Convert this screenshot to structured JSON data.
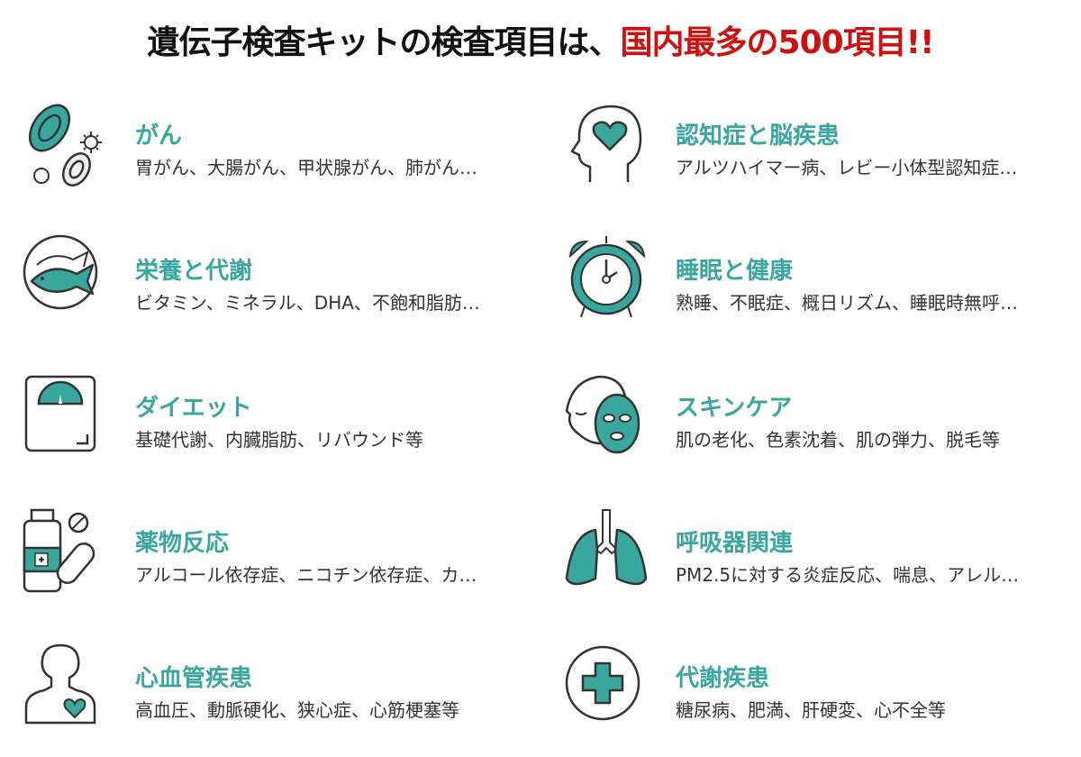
{
  "title": {
    "main": "遺伝子検査キットの検査項目は、",
    "accent": "国内最多の500項目!!"
  },
  "colors": {
    "teal": "#3aa79f",
    "accent_red": "#cc1111",
    "text": "#333333"
  },
  "categories": [
    {
      "name": "がん",
      "desc": "胃がん、大腸がん、甲状腺がん、肺がん…",
      "icon": "cells-icon"
    },
    {
      "name": "認知症と脳疾患",
      "desc": "アルツハイマー病、レビー小体型認知症…",
      "icon": "head-heart-icon"
    },
    {
      "name": "栄養と代謝",
      "desc": "ビタミン、ミネラル、DHA、不飽和脂肪…",
      "icon": "fish-plate-icon"
    },
    {
      "name": "睡眠と健康",
      "desc": "熟睡、不眠症、概日リズム、睡眠時無呼…",
      "icon": "alarm-clock-icon"
    },
    {
      "name": "ダイエット",
      "desc": "基礎代謝、内臓脂肪、リバウンド等",
      "icon": "scale-icon"
    },
    {
      "name": "スキンケア",
      "desc": "肌の老化、色素沈着、肌の弾力、脱毛等",
      "icon": "face-mask-icon"
    },
    {
      "name": "薬物反応",
      "desc": "アルコール依存症、ニコチン依存症、カ…",
      "icon": "medicine-bottle-icon"
    },
    {
      "name": "呼吸器関連",
      "desc": "PM2.5に対する炎症反応、喘息、アレル…",
      "icon": "lungs-icon"
    },
    {
      "name": "心血管疾患",
      "desc": "高血圧、動脈硬化、狭心症、心筋梗塞等",
      "icon": "person-heart-icon"
    },
    {
      "name": "代謝疾患",
      "desc": "糖尿病、肥満、肝硬変、心不全等",
      "icon": "medical-cross-icon"
    }
  ]
}
